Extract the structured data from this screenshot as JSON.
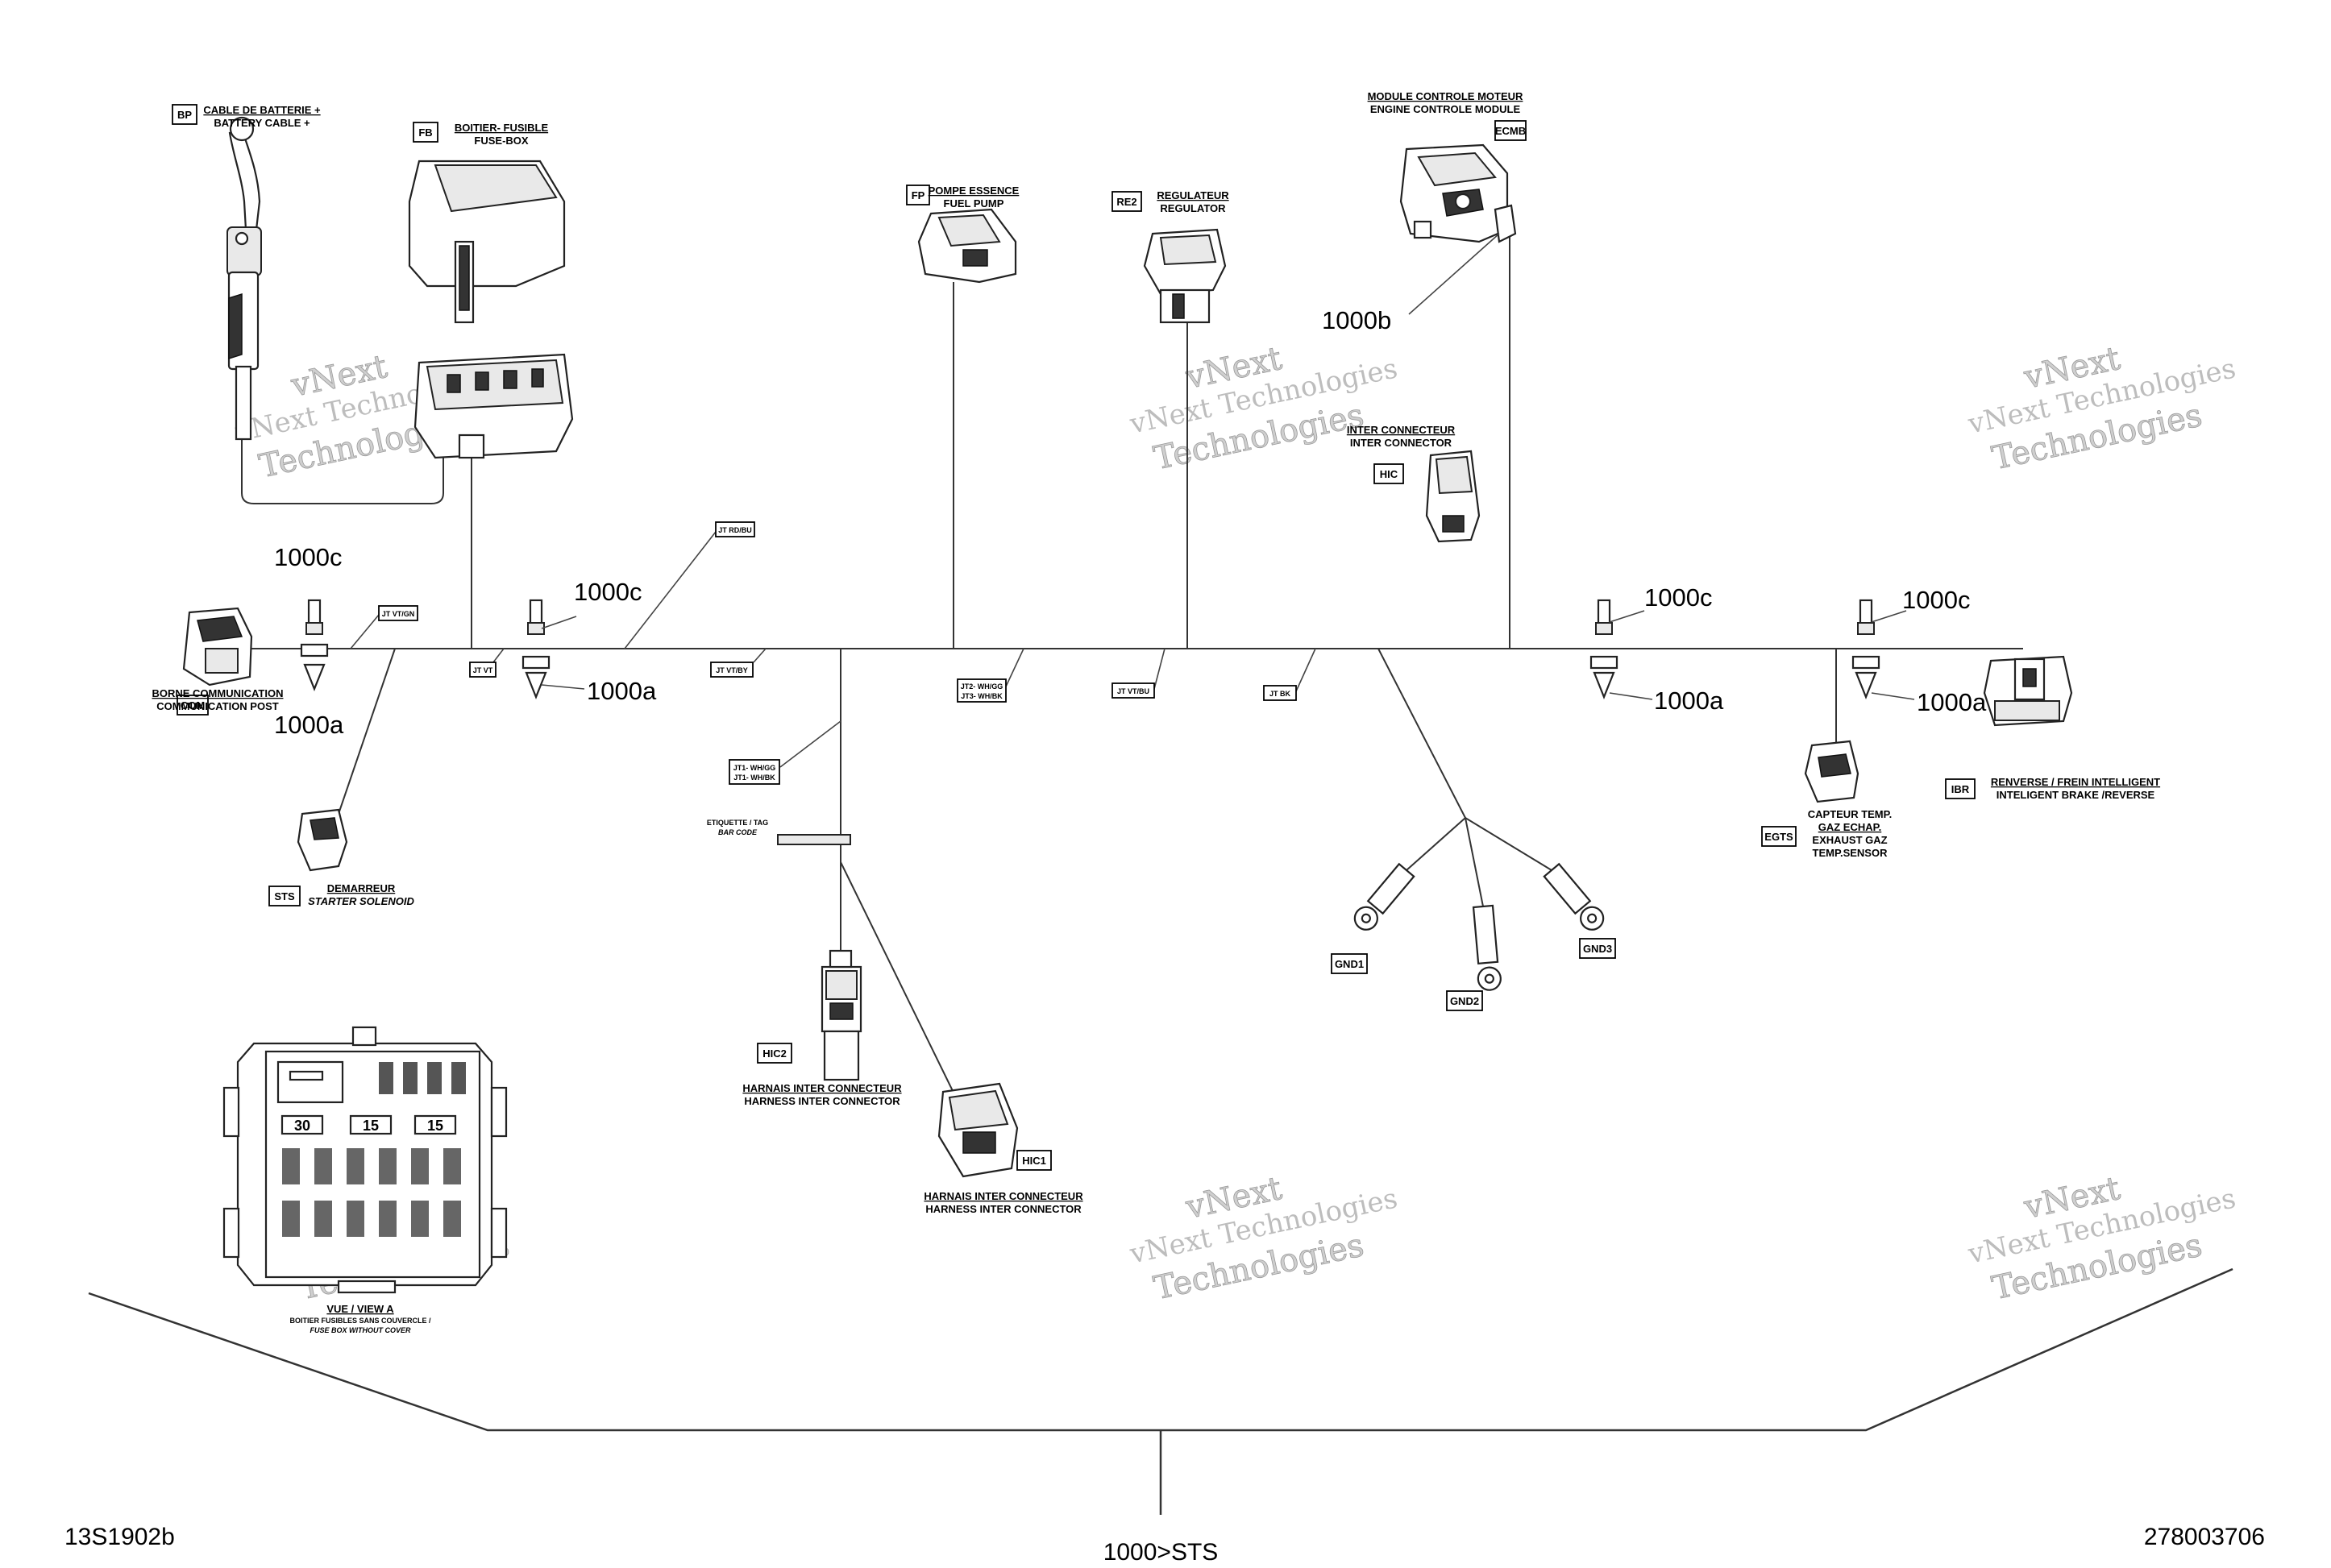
{
  "components": {
    "bp": {
      "code": "BP",
      "line1": "CABLE DE BATTERIE +",
      "line2": "BATTERY CABLE +"
    },
    "fb": {
      "code": "FB",
      "line1": "BOITIER- FUSIBLE",
      "line2": "FUSE-BOX"
    },
    "fp": {
      "code": "FP",
      "line1": "POMPE ESSENCE",
      "line2": "FUEL PUMP"
    },
    "re2": {
      "code": "RE2",
      "line1": "REGULATEUR",
      "line2": "REGULATOR"
    },
    "ecmb": {
      "code": "ECMB",
      "line1": "MODULE CONTROLE MOTEUR",
      "line2": "ENGINE CONTROLE MODULE"
    },
    "hic": {
      "code": "HIC",
      "line1": "INTER CONNECTEUR",
      "line2": "INTER CONNECTOR"
    },
    "com": {
      "code": "COM",
      "line1": "BORNE COMMUNICATION",
      "line2": "COMMUNICATION POST"
    },
    "sts": {
      "code": "STS",
      "line1": "DEMARREUR",
      "line2": "STARTER SOLENOID"
    },
    "hic2": {
      "code": "HIC2",
      "line1": "HARNAIS INTER CONNECTEUR",
      "line2": "HARNESS INTER CONNECTOR"
    },
    "hic1": {
      "code": "HIC1",
      "line1": "HARNAIS INTER CONNECTEUR",
      "line2": "HARNESS INTER CONNECTOR"
    },
    "gnd1": {
      "code": "GND1"
    },
    "gnd2": {
      "code": "GND2"
    },
    "gnd3": {
      "code": "GND3"
    },
    "egts": {
      "code": "EGTS",
      "line1": "CAPTEUR TEMP.",
      "line2": "GAZ ECHAP.",
      "line3": "EXHAUST GAZ",
      "line4": "TEMP.SENSOR"
    },
    "ibr": {
      "code": "IBR",
      "line1": "RENVERSE / FREIN INTELLIGENT",
      "line2": "INTELIGENT BRAKE /REVERSE"
    }
  },
  "callouts": {
    "c1000c": "1000c",
    "c1000a": "1000a",
    "c1000b": "1000b"
  },
  "wire_tags": {
    "t1": "JT VT/GN",
    "t2": "JT RD/BU",
    "t3": "JT VT",
    "t4": "JT VT/BY",
    "t5a": "JT2- WH/GG",
    "t5b": "JT3- WH/BK",
    "t6": "JT VT/BU",
    "t7": "JT BK",
    "t8a": "JT1- WH/GG",
    "t8b": "JT1- WH/BK",
    "etiq1": "ETIQUETTE / TAG",
    "etiq2": "BAR CODE"
  },
  "view_a": {
    "title": "VUE / VIEW A",
    "sub1": "BOITIER FUSIBLES SANS COUVERCLE /",
    "sub2": "FUSE BOX WITHOUT COVER",
    "fuse1": "30",
    "fuse2": "15",
    "fuse3": "15"
  },
  "watermark": {
    "line1": "vNext",
    "line2": "vNext Technologies",
    "line3": "Technologies"
  },
  "footer": {
    "left": "13S1902b",
    "center": "1000>STS",
    "right": "278003706"
  }
}
